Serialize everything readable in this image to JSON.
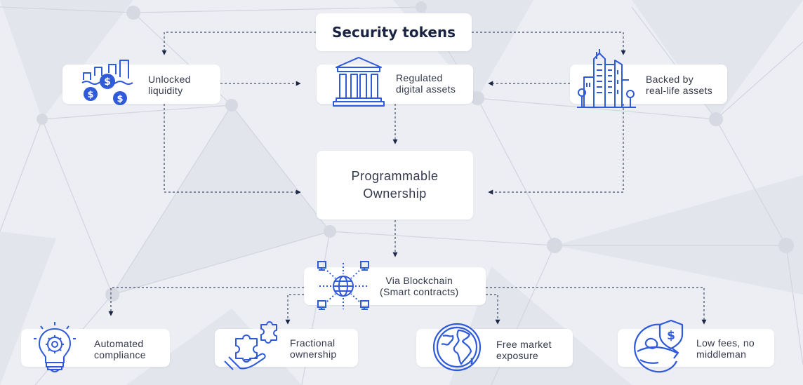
{
  "title": "Security tokens",
  "top_row": [
    {
      "id": "liquidity",
      "icon": "money-liquidity-icon",
      "line1": "Unlocked",
      "line2": "liquidity"
    },
    {
      "id": "regulated",
      "icon": "bank-building-icon",
      "line1": "Regulated",
      "line2": "digital assets"
    },
    {
      "id": "backed",
      "icon": "city-buildings-icon",
      "line1": "Backed by",
      "line2": "real-life assets"
    }
  ],
  "center": {
    "line1": "Programmable",
    "line2": "Ownership"
  },
  "blockchain": {
    "icon": "blockchain-network-icon",
    "line1": "Via Blockchain",
    "line2": "(Smart contracts)"
  },
  "bottom_row": [
    {
      "id": "compliance",
      "icon": "gear-lightbulb-icon",
      "line1": "Automated",
      "line2": "compliance"
    },
    {
      "id": "fractional",
      "icon": "puzzle-hand-icon",
      "line1": "Fractional",
      "line2": "ownership"
    },
    {
      "id": "market",
      "icon": "globe-icon",
      "line1": "Free market",
      "line2": "exposure"
    },
    {
      "id": "fees",
      "icon": "globe-shield-dollar-icon",
      "line1": "Low fees, no",
      "line2": "middleman"
    }
  ],
  "colors": {
    "accent": "#2f5ad9",
    "arrow": "#1c2747",
    "text": "#33384a",
    "title": "#1a2341",
    "background": "#eceef3",
    "card": "#ffffff"
  }
}
